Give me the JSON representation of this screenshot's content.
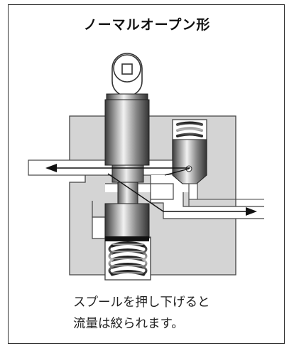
{
  "title": "ノーマルオープン形",
  "caption": {
    "line1": "スプールを押し下げると",
    "line2": "流量は絞られます。"
  }
}
